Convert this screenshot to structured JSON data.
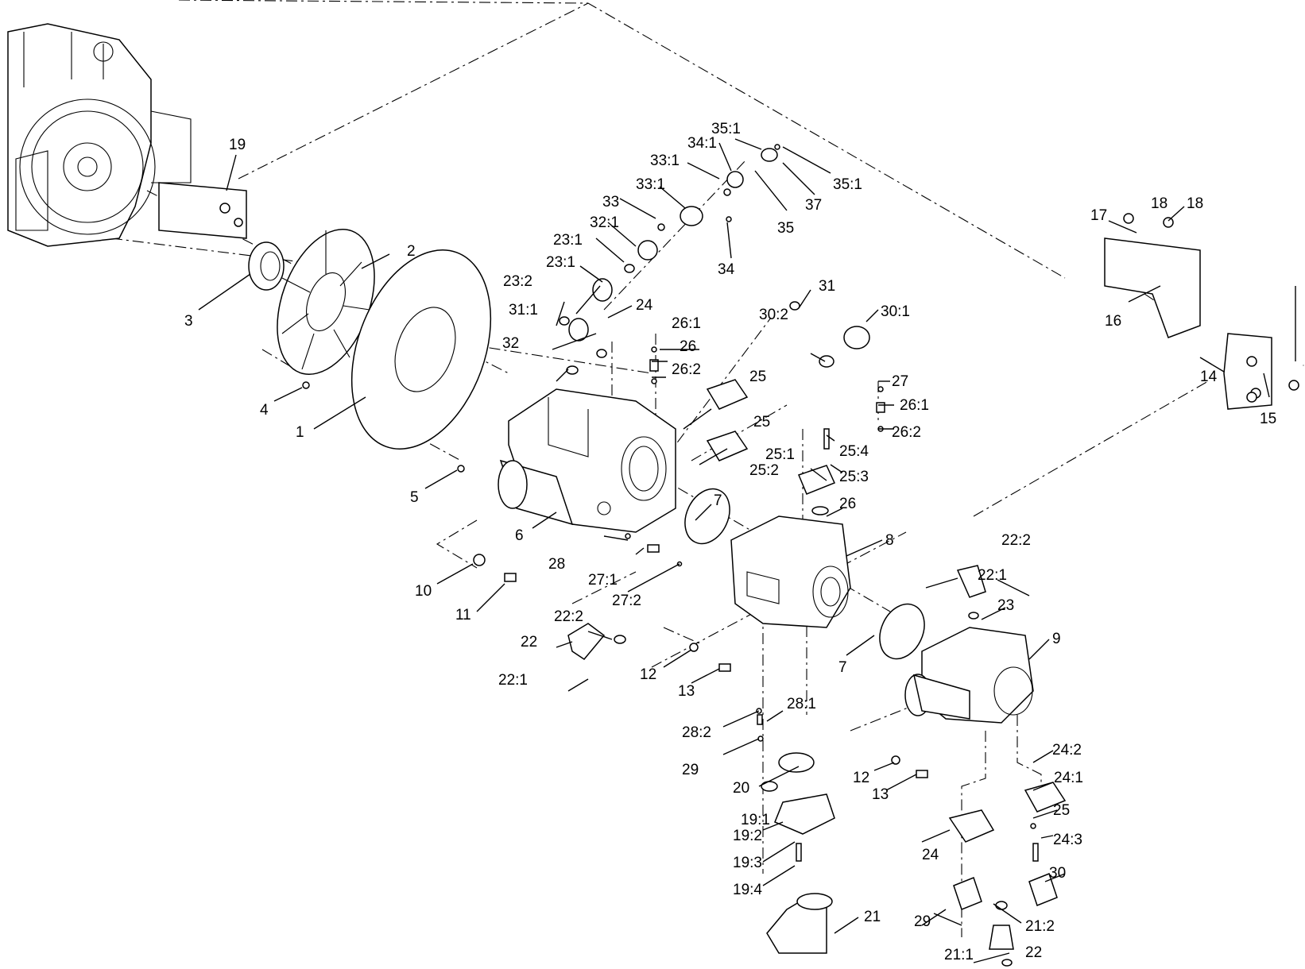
{
  "callouts": [
    {
      "id": "c1",
      "text": "1"
    },
    {
      "id": "c2",
      "text": "2"
    },
    {
      "id": "c3",
      "text": "3"
    },
    {
      "id": "c4",
      "text": "4"
    },
    {
      "id": "c5",
      "text": "5"
    },
    {
      "id": "c6",
      "text": "6"
    },
    {
      "id": "c7a",
      "text": "7"
    },
    {
      "id": "c7b",
      "text": "7"
    },
    {
      "id": "c8",
      "text": "8"
    },
    {
      "id": "c9",
      "text": "9"
    },
    {
      "id": "c10",
      "text": "10"
    },
    {
      "id": "c11",
      "text": "11"
    },
    {
      "id": "c12a",
      "text": "12"
    },
    {
      "id": "c12b",
      "text": "12"
    },
    {
      "id": "c13a",
      "text": "13"
    },
    {
      "id": "c13b",
      "text": "13"
    },
    {
      "id": "c14",
      "text": "14"
    },
    {
      "id": "c15",
      "text": "15"
    },
    {
      "id": "c16",
      "text": "16"
    },
    {
      "id": "c17",
      "text": "17"
    },
    {
      "id": "c18a",
      "text": "18"
    },
    {
      "id": "c18b",
      "text": "18"
    },
    {
      "id": "c19",
      "text": "19"
    },
    {
      "id": "c19_1",
      "text": "19:1"
    },
    {
      "id": "c19_2",
      "text": "19:2"
    },
    {
      "id": "c19_3",
      "text": "19:3"
    },
    {
      "id": "c19_4",
      "text": "19:4"
    },
    {
      "id": "c20",
      "text": "20"
    },
    {
      "id": "c21",
      "text": "21"
    },
    {
      "id": "c21_1",
      "text": "21:1"
    },
    {
      "id": "c21_2",
      "text": "21:2"
    },
    {
      "id": "c22a",
      "text": "22"
    },
    {
      "id": "c22b",
      "text": "22"
    },
    {
      "id": "c22_1a",
      "text": "22:1"
    },
    {
      "id": "c22_1b",
      "text": "22:1"
    },
    {
      "id": "c22_2a",
      "text": "22:2"
    },
    {
      "id": "c22_2b",
      "text": "22:2"
    },
    {
      "id": "c23",
      "text": "23"
    },
    {
      "id": "c23_1a",
      "text": "23:1"
    },
    {
      "id": "c23_1b",
      "text": "23:1"
    },
    {
      "id": "c23_2",
      "text": "23:2"
    },
    {
      "id": "c24a",
      "text": "24"
    },
    {
      "id": "c24b",
      "text": "24"
    },
    {
      "id": "c24_1",
      "text": "24:1"
    },
    {
      "id": "c24_2",
      "text": "24:2"
    },
    {
      "id": "c24_3",
      "text": "24:3"
    },
    {
      "id": "c25a",
      "text": "25"
    },
    {
      "id": "c25b",
      "text": "25"
    },
    {
      "id": "c25c",
      "text": "25"
    },
    {
      "id": "c25_1",
      "text": "25:1"
    },
    {
      "id": "c25_2",
      "text": "25:2"
    },
    {
      "id": "c25_3",
      "text": "25:3"
    },
    {
      "id": "c25_4",
      "text": "25:4"
    },
    {
      "id": "c26a",
      "text": "26"
    },
    {
      "id": "c26b",
      "text": "26"
    },
    {
      "id": "c26_1a",
      "text": "26:1"
    },
    {
      "id": "c26_1b",
      "text": "26:1"
    },
    {
      "id": "c26_2a",
      "text": "26:2"
    },
    {
      "id": "c26_2b",
      "text": "26:2"
    },
    {
      "id": "c27",
      "text": "27"
    },
    {
      "id": "c27_1",
      "text": "27:1"
    },
    {
      "id": "c27_2",
      "text": "27:2"
    },
    {
      "id": "c28",
      "text": "28"
    },
    {
      "id": "c28_1",
      "text": "28:1"
    },
    {
      "id": "c28_2",
      "text": "28:2"
    },
    {
      "id": "c29a",
      "text": "29"
    },
    {
      "id": "c29b",
      "text": "29"
    },
    {
      "id": "c30",
      "text": "30"
    },
    {
      "id": "c30_1",
      "text": "30:1"
    },
    {
      "id": "c30_2",
      "text": "30:2"
    },
    {
      "id": "c31",
      "text": "31"
    },
    {
      "id": "c31_1",
      "text": "31:1"
    },
    {
      "id": "c32",
      "text": "32"
    },
    {
      "id": "c32_1",
      "text": "32:1"
    },
    {
      "id": "c33",
      "text": "33"
    },
    {
      "id": "c33_1a",
      "text": "33:1"
    },
    {
      "id": "c33_1b",
      "text": "33:1"
    },
    {
      "id": "c34",
      "text": "34"
    },
    {
      "id": "c34_1",
      "text": "34:1"
    },
    {
      "id": "c35",
      "text": "35"
    },
    {
      "id": "c35_1a",
      "text": "35:1"
    },
    {
      "id": "c35_1b",
      "text": "35:1"
    },
    {
      "id": "c37",
      "text": "37"
    }
  ]
}
